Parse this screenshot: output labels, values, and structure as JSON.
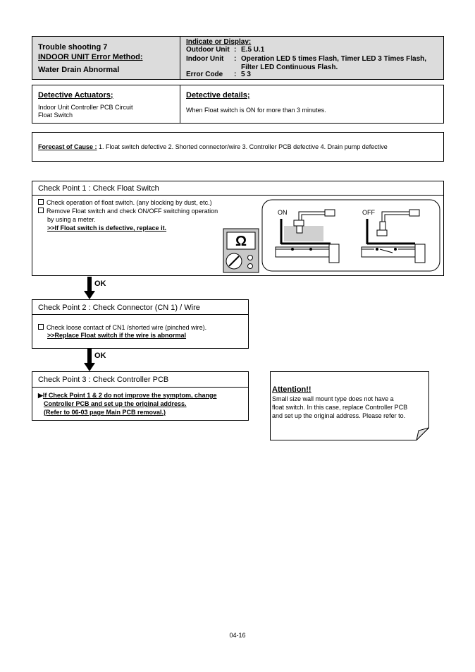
{
  "header": {
    "trouble_title": "Trouble shooting  7",
    "method_title": "INDOOR UNIT Error Method:",
    "symptom": "Water Drain Abnormal",
    "display_heading": "Indicate or Display:",
    "outdoor_label": "Outdoor Unit",
    "outdoor_value": "E.5 U.1",
    "indoor_label": "Indoor Unit",
    "indoor_value_1": "Operation LED 5 times Flash, Timer LED 3 Times Flash,",
    "indoor_value_2": "Filter LED Continuous Flash.",
    "error_label": "Error Code",
    "error_value": "5 3",
    "sep": ":"
  },
  "actuators": {
    "heading": "Detective Actuators;",
    "item1": "Indoor Unit Controller PCB Circuit",
    "item2": "Float Switch",
    "details_heading": "Detective details;",
    "details_text": "When Float switch is ON for more than 3 minutes."
  },
  "forecast": {
    "label": "Forecast of  Cause :",
    "text": " 1. Float switch defective  2. Shorted connector/wire  3. Controller PCB defective 4. Drain pump defective"
  },
  "cp1": {
    "title": "Check Point 1 : Check Float Switch",
    "line1": "Check operation of float switch. (any blocking by dust, etc.)",
    "line2": "Remove Float switch and check ON/OFF switching  operation",
    "line3": "by using a meter.",
    "line4": ">>If Float switch is defective, replace it.",
    "meter_symbol": "Ω",
    "on_label": "ON",
    "off_label": "OFF"
  },
  "ok1": "OK",
  "cp2": {
    "title": "Check Point 2 : Check Connector (CN 1) / Wire",
    "line1": "Check loose contact of CN1 /shorted wire (pinched wire).",
    "line2": ">>Replace Float switch if the wire is abnormal"
  },
  "ok2": "OK",
  "cp3": {
    "title": "Check Point 3 : Check Controller PCB",
    "line1": "If Check Point 1 & 2 do not improve the symptom, change",
    "line2": "Controller PCB and set up the original address.",
    "line3": "(Refer to 06-03 page Main PCB removal.)"
  },
  "attention": {
    "heading": "Attention!!",
    "line1": "Small size wall mount type does not have a",
    "line2": "float switch. In this case, replace Controller PCB",
    "line3": "and set up the original address. Please refer to."
  },
  "page_number": "04-16"
}
